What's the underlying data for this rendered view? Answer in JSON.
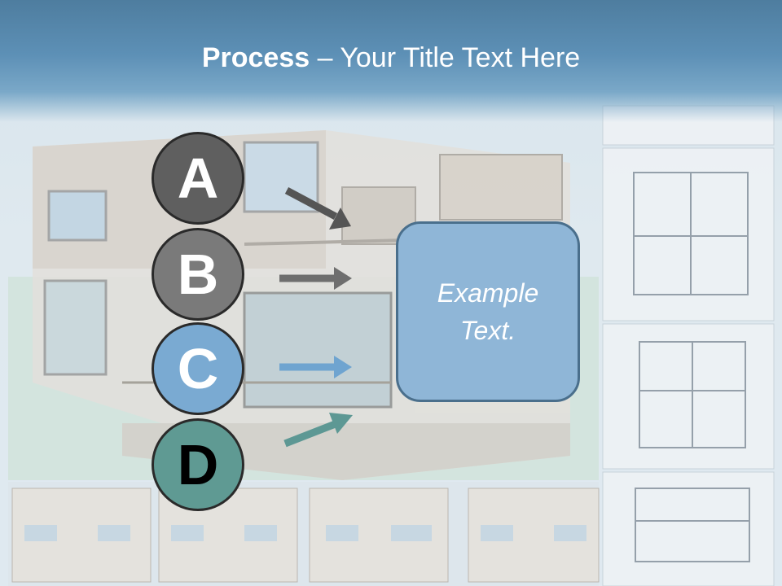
{
  "slide": {
    "title_bold": "Process",
    "title_rest": " – Your Title Text Here"
  },
  "steps": [
    {
      "letter": "A",
      "fill": "#5f5f5f",
      "text_color": "#ffffff",
      "arrow_color": "#555555"
    },
    {
      "letter": "B",
      "fill": "#7a7a7a",
      "text_color": "#ffffff",
      "arrow_color": "#6e6e6e"
    },
    {
      "letter": "C",
      "fill": "#7aaad2",
      "text_color": "#ffffff",
      "arrow_color": "#6fa4d0"
    },
    {
      "letter": "D",
      "fill": "#5f9a93",
      "text_color": "#000000",
      "arrow_color": "#5d9894"
    }
  ],
  "box": {
    "text": "Example Text."
  },
  "colors": {
    "header": "#5d90b6",
    "box_fill": "#8fb6d7",
    "box_border": "#4a6f8c"
  }
}
